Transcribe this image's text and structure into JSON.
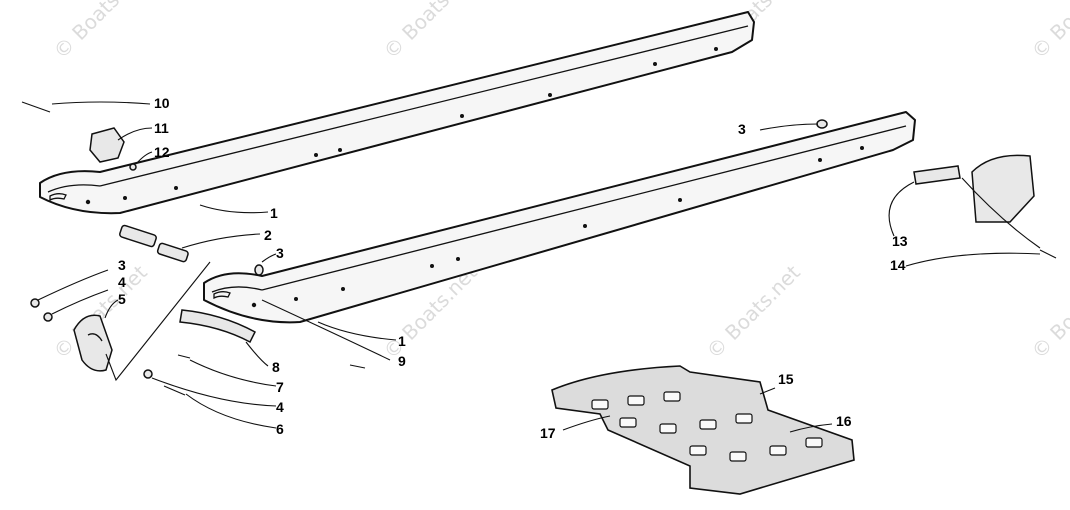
{
  "watermark": {
    "text": "© Boats.net",
    "color": "#9a9a9a"
  },
  "callouts": [
    "1",
    "1",
    "2",
    "3",
    "3",
    "3",
    "4",
    "4",
    "5",
    "6",
    "7",
    "8",
    "9",
    "10",
    "11",
    "12",
    "13",
    "14",
    "15",
    "16",
    "17"
  ]
}
